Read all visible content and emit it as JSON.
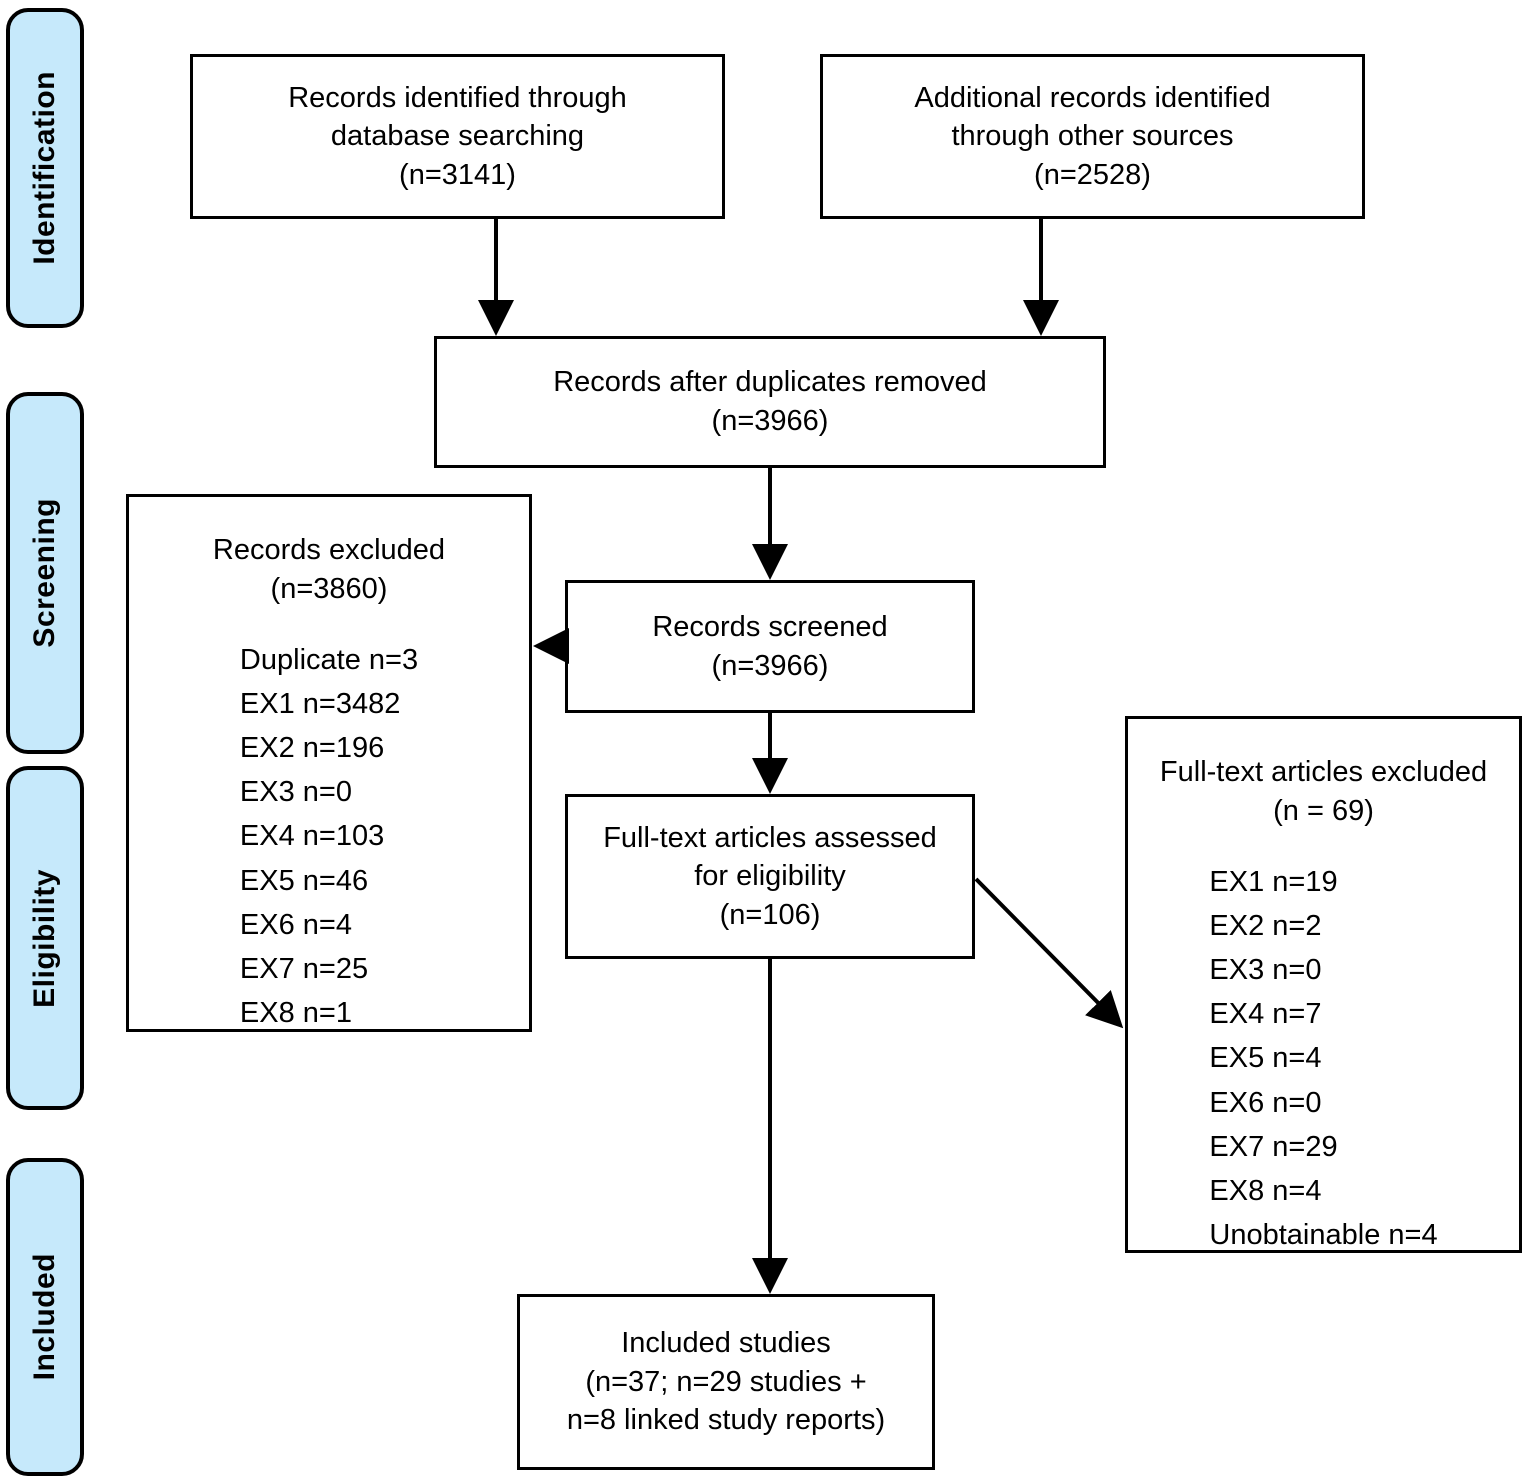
{
  "diagram": {
    "type": "PRISMA flow diagram",
    "accent_color": "#c6e9fb",
    "line_color": "#000000",
    "background_color": "#ffffff"
  },
  "stages": [
    {
      "label": "Identification"
    },
    {
      "label": "Screening"
    },
    {
      "label": "Eligibility"
    },
    {
      "label": "Included"
    }
  ],
  "boxes": {
    "db_search": {
      "title": "Records identified through\ndatabase searching\n(n=3141)",
      "count": 3141
    },
    "other_sources": {
      "title": "Additional records identified\nthrough other sources\n(n=2528)",
      "count": 2528
    },
    "duplicates_removed": {
      "title": "Records after duplicates removed\n(n=3966)",
      "count": 3966
    },
    "records_excluded": {
      "title": "Records excluded\n(n=3860)",
      "count": 3860,
      "reasons": "Duplicate n=3\nEX1 n=3482\nEX2 n=196\nEX3 n=0\nEX4 n=103\nEX5 n=46\nEX6 n=4\nEX7 n=25\nEX8 n=1"
    },
    "records_screened": {
      "title": "Records screened\n(n=3966)",
      "count": 3966
    },
    "fulltext_assessed": {
      "title": "Full-text articles assessed\nfor eligibility\n(n=106)",
      "count": 106
    },
    "fulltext_excluded": {
      "title": "Full-text articles excluded\n(n = 69)",
      "count": 69,
      "reasons": "EX1 n=19\nEX2 n=2\nEX3 n=0\nEX4 n=7\nEX5 n=4\nEX6 n=0\nEX7 n=29\nEX8 n=4\nUnobtainable n=4"
    },
    "included_studies": {
      "title": "Included studies\n(n=37; n=29 studies +\nn=8 linked study reports)",
      "count": 37
    }
  },
  "arrows": [
    {
      "name": "db-search-to-duplicates",
      "direction": "down"
    },
    {
      "name": "other-sources-to-duplicates",
      "direction": "down"
    },
    {
      "name": "duplicates-to-screened",
      "direction": "down"
    },
    {
      "name": "screened-to-records-excluded",
      "direction": "left"
    },
    {
      "name": "screened-to-fulltext",
      "direction": "down"
    },
    {
      "name": "fulltext-to-fulltext-excluded",
      "direction": "diagonal-down-right"
    },
    {
      "name": "fulltext-to-included",
      "direction": "down"
    }
  ]
}
